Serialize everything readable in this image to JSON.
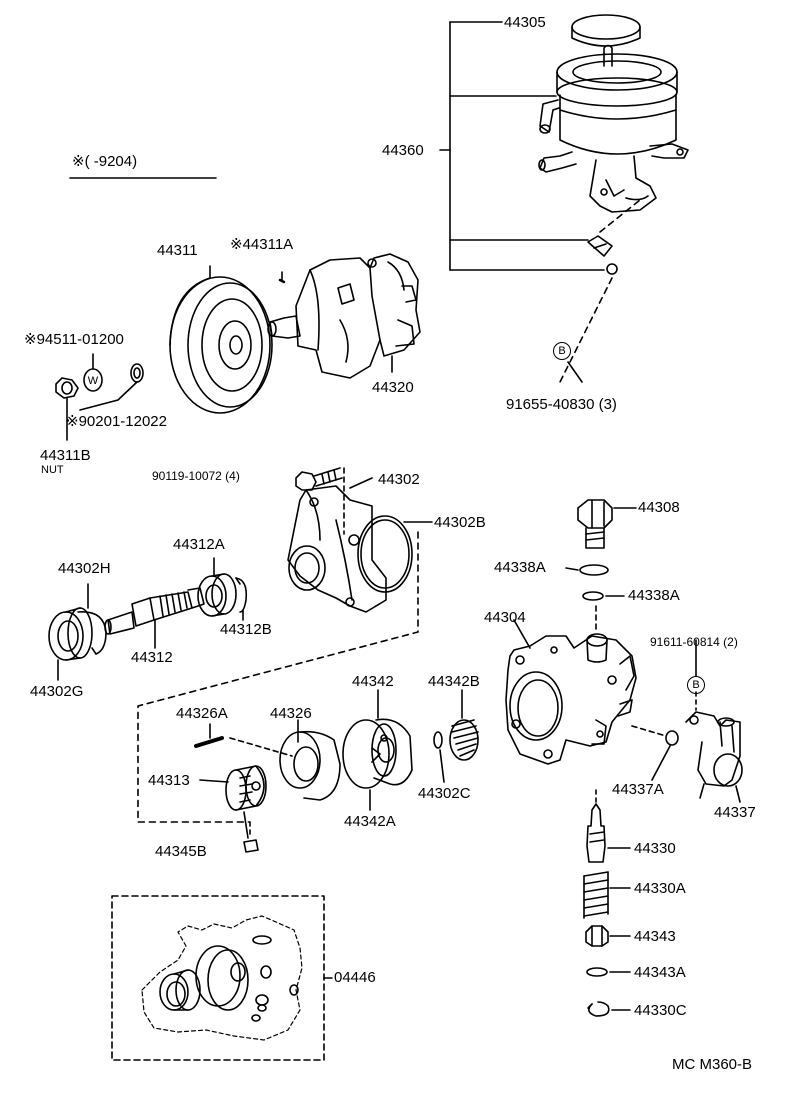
{
  "legend": {
    "period": "※(      -9204)"
  },
  "parts": {
    "p44305": "44305",
    "p44360": "44360",
    "p44311": "44311",
    "p44311A": "※44311A",
    "p44320": "44320",
    "p94511": "※94511-01200",
    "washer_mark": "W",
    "p90201": "※90201-12022",
    "p44311B": "44311B",
    "nut": "NUT",
    "p91655": "91655-40830 (3)",
    "mark_b1": "B",
    "p90119": "90119-10072 (4)",
    "p44302": "44302",
    "p44302B": "44302B",
    "p44312A": "44312A",
    "p44302H": "44302H",
    "p44312B": "44312B",
    "p44312": "44312",
    "p44302G": "44302G",
    "p44308": "44308",
    "p44338A_1": "44338A",
    "p44338A_2": "44338A",
    "p44304": "44304",
    "p91611": "91611-60814 (2)",
    "mark_b2": "B",
    "p44342": "44342",
    "p44342B": "44342B",
    "p44326A": "44326A",
    "p44326": "44326",
    "p44313": "44313",
    "p44302C": "44302C",
    "p44342A": "44342A",
    "p44337A": "44337A",
    "p44337": "44337",
    "p44345B": "44345B",
    "p44330": "44330",
    "p44330A": "44330A",
    "p44343": "44343",
    "p04446": "04446",
    "p44343A": "44343A",
    "p44330C": "44330C"
  },
  "footer": {
    "code": "MC M360-B"
  }
}
